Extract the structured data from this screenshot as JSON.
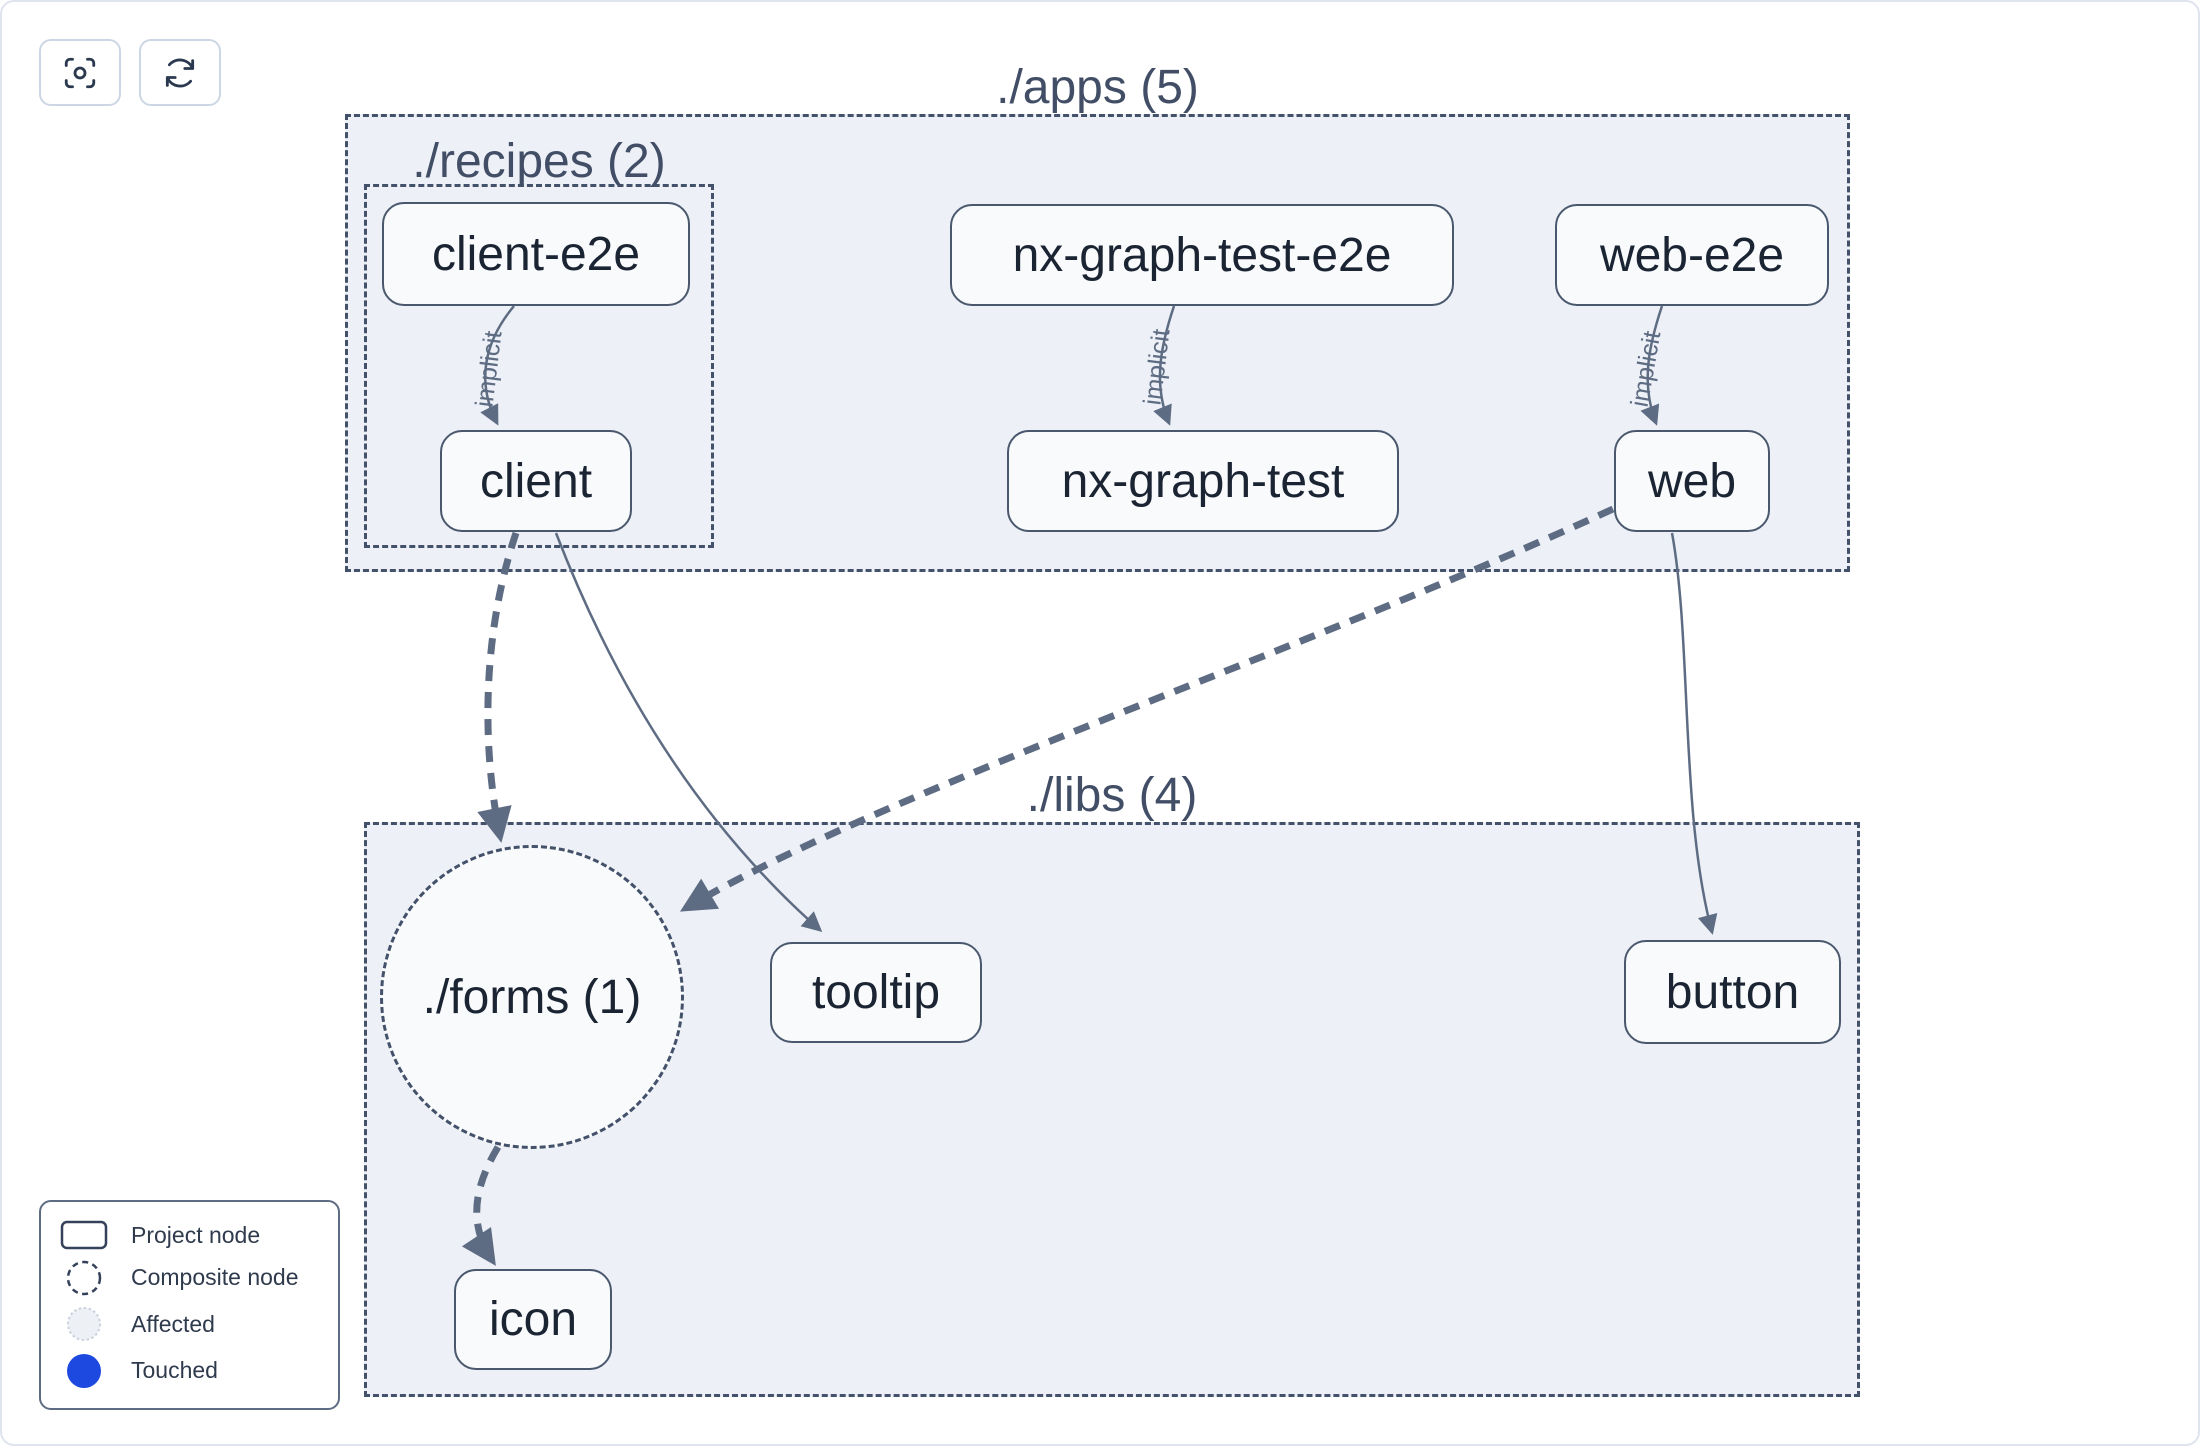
{
  "toolbar": {
    "buttons": [
      {
        "icon": "viewfinder-focus-icon"
      },
      {
        "icon": "refresh-icon"
      }
    ]
  },
  "graph": {
    "groups": {
      "apps": "./apps (5)",
      "recipes": "./recipes (2)",
      "libs": "./libs (4)",
      "forms": "./forms (1)"
    },
    "nodes": {
      "client_e2e": "client-e2e",
      "nx_graph_test_e2e": "nx-graph-test-e2e",
      "web_e2e": "web-e2e",
      "client": "client",
      "nx_graph_test": "nx-graph-test",
      "web": "web",
      "tooltip": "tooltip",
      "button": "button",
      "icon": "icon"
    },
    "edges": [
      {
        "from": "client-e2e",
        "to": "client",
        "label": "implicit",
        "style": "thin"
      },
      {
        "from": "nx-graph-test-e2e",
        "to": "nx-graph-test",
        "label": "implicit",
        "style": "thin"
      },
      {
        "from": "web-e2e",
        "to": "web",
        "label": "implicit",
        "style": "thin"
      },
      {
        "from": "client",
        "to": "./forms (1)",
        "style": "thick-dashed"
      },
      {
        "from": "client",
        "to": "tooltip",
        "style": "thin"
      },
      {
        "from": "web",
        "to": "./forms (1)",
        "style": "thick-dashed"
      },
      {
        "from": "web",
        "to": "button",
        "style": "thin"
      },
      {
        "from": "./forms (1)",
        "to": "icon",
        "style": "thick-dashed"
      }
    ]
  },
  "legend": {
    "items": [
      {
        "label": "Project node",
        "icon": "project-node-icon"
      },
      {
        "label": "Composite node",
        "icon": "composite-node-icon"
      },
      {
        "label": "Affected",
        "icon": "affected-icon"
      },
      {
        "label": "Touched",
        "icon": "touched-icon"
      }
    ],
    "touched_color": "#1d49e0",
    "affected_fill": "#edf0f5"
  },
  "colors": {
    "container_fill": "#edf0f6",
    "node_fill": "#f8fafc",
    "node_border": "#4a586e",
    "dashed_border": "#44516a",
    "edge": "#5e6c83",
    "node_text": "#1b2433",
    "group_text": "#414e66"
  }
}
